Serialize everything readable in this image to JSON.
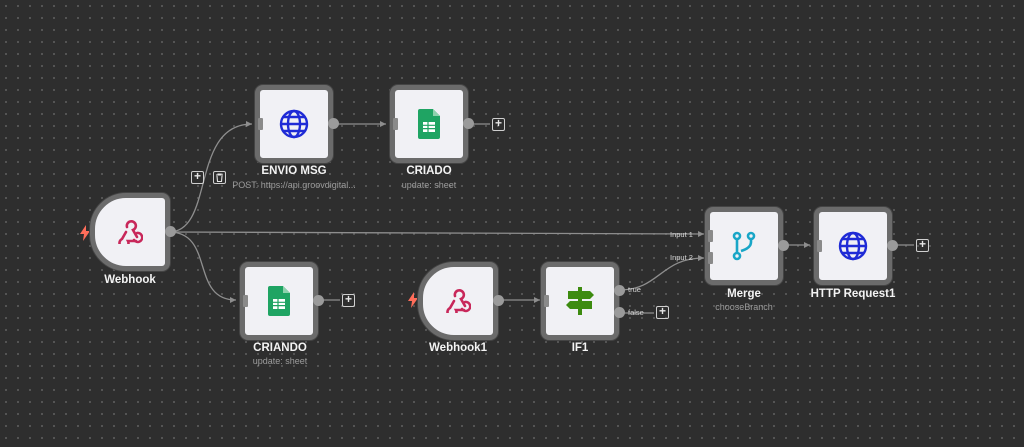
{
  "nodes": {
    "envio_msg": {
      "name": "ENVIO MSG",
      "subtitle": "POST: https://api.groovdigital..."
    },
    "criado": {
      "name": "CRIADO",
      "subtitle": "update: sheet"
    },
    "webhook": {
      "name": "Webhook"
    },
    "criando": {
      "name": "CRIANDO",
      "subtitle": "update: sheet"
    },
    "webhook1": {
      "name": "Webhook1"
    },
    "if1": {
      "name": "IF1",
      "outputs": {
        "true_label": "true",
        "false_label": "false"
      }
    },
    "merge": {
      "name": "Merge",
      "subtitle": "chooseBranch",
      "inputs": {
        "input1": "Input 1",
        "input2": "Input 2"
      }
    },
    "http_request1": {
      "name": "HTTP Request1"
    }
  },
  "buttons": {
    "plus": "+",
    "trash_icon": "trash-icon"
  },
  "icons": {
    "globe": "globe-icon",
    "sheets": "google-sheets-icon",
    "webhook": "webhook-icon",
    "if": "signpost-icon",
    "merge": "merge-branch-icon",
    "trigger": "lightning-bolt-icon"
  },
  "colors": {
    "canvas": "#2e2e2e",
    "node_bg": "#f1f1f5",
    "node_border": "#6b6b6b",
    "globe": "#1f2bd6",
    "sheets": "#1fa463",
    "webhook": "#c8285a",
    "if": "#3d8b0f",
    "merge": "#19a6c7",
    "trigger": "#ff6d5a",
    "edge": "#8e8e8e"
  }
}
